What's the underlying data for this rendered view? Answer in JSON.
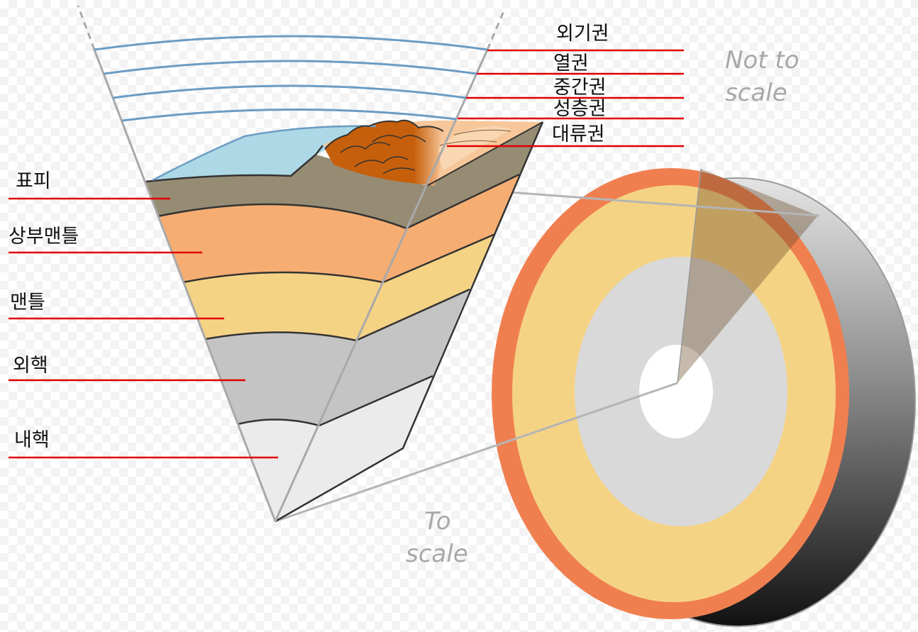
{
  "layers": {
    "crust": "표피",
    "upper_mantle": "상부맨틀",
    "mantle": "맨틀",
    "outer_core": "외핵",
    "inner_core": "내핵"
  },
  "atmosphere": {
    "exosphere": "외기권",
    "thermosphere": "열권",
    "mesosphere": "중간권",
    "stratosphere": "성층권",
    "troposphere": "대류권"
  },
  "notes": {
    "not_to_scale_line1": "Not to",
    "not_to_scale_line2": "scale",
    "to_scale_line1": "To",
    "to_scale_line2": "scale"
  },
  "colors": {
    "crust": "#968c74",
    "upper_mantle": "#f6ad72",
    "mantle": "#f5d385",
    "outer_core": "#c4c4c4",
    "inner_core": "#ebebeb",
    "ocean": "#add8e6",
    "lava": "#c65f0b",
    "atmosphere_line": "#6b9cc4",
    "leader_line": "#e00000",
    "sphere_rim": "#f07f50"
  }
}
